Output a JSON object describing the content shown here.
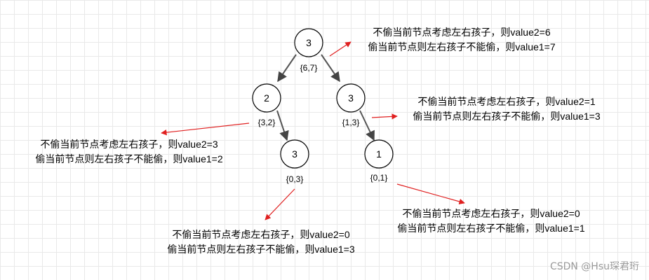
{
  "nodes": [
    {
      "id": "n1",
      "value": "3",
      "tuple": "{6,7}"
    },
    {
      "id": "n2",
      "value": "2",
      "tuple": "{3,2}"
    },
    {
      "id": "n3",
      "value": "3",
      "tuple": "{1,3}"
    },
    {
      "id": "n4",
      "value": "3",
      "tuple": "{0,3}"
    },
    {
      "id": "n5",
      "value": "1",
      "tuple": "{0,1}"
    }
  ],
  "annotations": [
    {
      "node": "n1",
      "line1": "不偷当前节点考虑左右孩子，则value2=6",
      "line2": "偷当前节点则左右孩子不能偷，则value1=7"
    },
    {
      "node": "n3",
      "line1": "不偷当前节点考虑左右孩子，则value2=1",
      "line2": "偷当前节点则左右孩子不能偷，则value1=3"
    },
    {
      "node": "n2",
      "line1": "不偷当前节点考虑左右孩子，则value2=3",
      "line2": "偷当前节点则左右孩子不能偷，则value1=2"
    },
    {
      "node": "n5",
      "line1": "不偷当前节点考虑左右孩子，则value2=0",
      "line2": "偷当前节点则左右孩子不能偷，则value1=1"
    },
    {
      "node": "n4",
      "line1": "不偷当前节点考虑左右孩子，则value2=0",
      "line2": "偷当前节点则左右孩子不能偷，则value1=3"
    }
  ],
  "watermark": "CSDN @Hsu琛君珩",
  "colors": {
    "node_stroke": "#000000",
    "edge": "#555555",
    "arrow": "#e02020",
    "text": "#000000"
  }
}
